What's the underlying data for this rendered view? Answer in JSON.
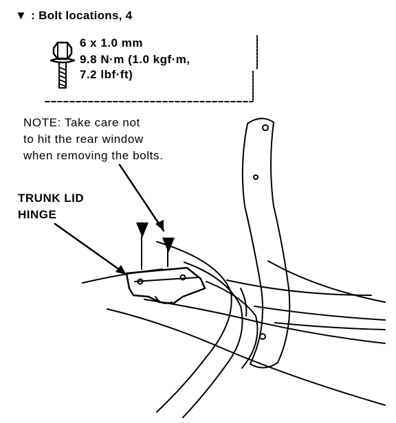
{
  "legend": {
    "symbol": "▼",
    "title": ": Bolt locations, 4"
  },
  "spec": {
    "line1": "6 x 1.0 mm",
    "line2": "9.8 N·m (1.0 kgf·m,",
    "line3": "7.2 lbf·ft)"
  },
  "note": {
    "line1": "NOTE:  Take care not",
    "line2": "to hit the rear window",
    "line3": "when removing the bolts."
  },
  "part_label": {
    "line1": "TRUNK LID",
    "line2": "HINGE"
  }
}
